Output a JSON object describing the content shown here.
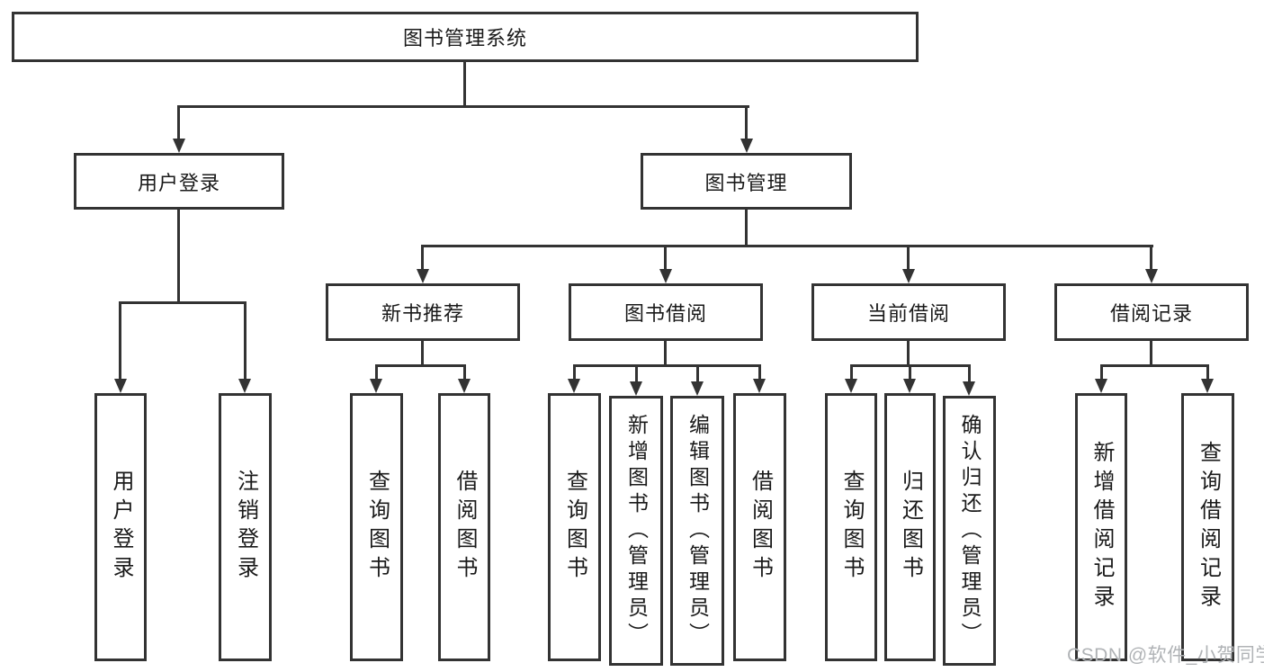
{
  "diagram": {
    "title": "图书管理系统",
    "tree": {
      "label": "图书管理系统",
      "children": [
        {
          "label": "用户登录",
          "children": [
            {
              "label": "用户登录"
            },
            {
              "label": "注销登录"
            }
          ]
        },
        {
          "label": "图书管理",
          "children": [
            {
              "label": "新书推荐",
              "children": [
                {
                  "label": "查询图书"
                },
                {
                  "label": "借阅图书"
                }
              ]
            },
            {
              "label": "图书借阅",
              "children": [
                {
                  "label": "查询图书"
                },
                {
                  "label": "新增图书（管理员）"
                },
                {
                  "label": "编辑图书（管理员）"
                },
                {
                  "label": "借阅图书"
                }
              ]
            },
            {
              "label": "当前借阅",
              "children": [
                {
                  "label": "查询图书"
                },
                {
                  "label": "归还图书"
                },
                {
                  "label": "确认归还（管理员）"
                }
              ]
            },
            {
              "label": "借阅记录",
              "children": [
                {
                  "label": "新增借阅记录"
                },
                {
                  "label": "查询借阅记录"
                }
              ]
            }
          ]
        }
      ]
    }
  },
  "watermark": "CSDN @软件_小贺同学",
  "colors": {
    "line": "#333333",
    "text": "#1a1a1a",
    "watermark": "#b0b3b6",
    "background": "#ffffff"
  }
}
